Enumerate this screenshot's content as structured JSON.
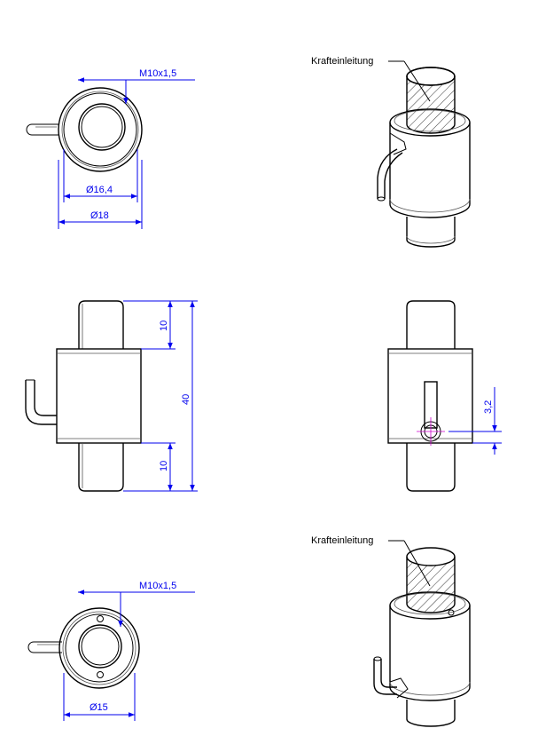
{
  "colors": {
    "dimension": "#0000ee",
    "outline": "#000000",
    "center_mark": "#cc00cc"
  },
  "view_top_1": {
    "thread_label": "M10x1,5",
    "inner_diameter": "Ø16,4",
    "outer_diameter": "Ø18"
  },
  "view_iso_1": {
    "callout": "Krafteinleitung"
  },
  "view_front": {
    "top_length": "10",
    "total_length": "40",
    "bottom_length": "10"
  },
  "view_side": {
    "offset": "3,2"
  },
  "view_top_2": {
    "thread_label": "M10x1,5",
    "diameter": "Ø15"
  },
  "view_iso_2": {
    "callout": "Krafteinleitung"
  }
}
